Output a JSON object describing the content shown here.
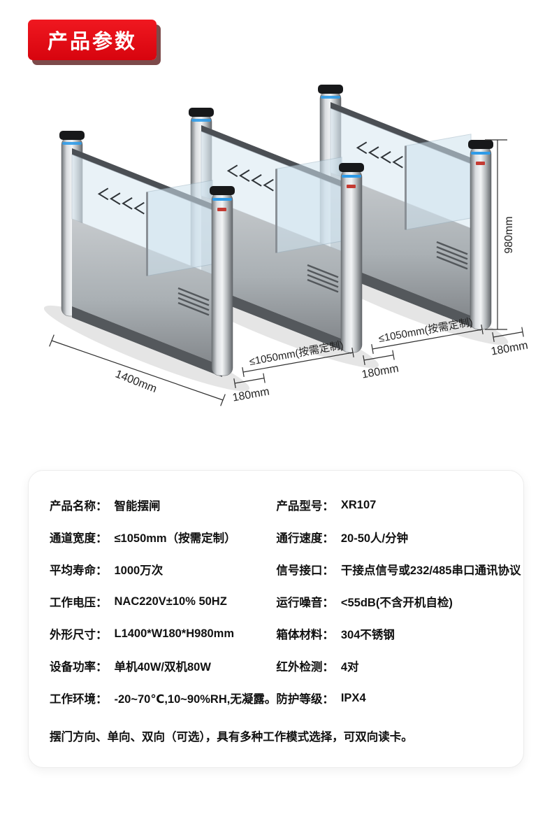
{
  "badge": {
    "label": "产品参数"
  },
  "colors": {
    "badge_red": "#e60012",
    "badge_shadow": "#7d4a4a",
    "led_blue": "#2f9be8"
  },
  "diagram": {
    "height_label": "980mm",
    "length_label": "1400mm",
    "depth_label": "180mm",
    "lane_label": "≤1050mm(按需定制)"
  },
  "specs": {
    "rows": [
      {
        "ll": "产品名称：",
        "lv": "智能摆闸",
        "rl": "产品型号：",
        "rv": "XR107"
      },
      {
        "ll": "通道宽度：",
        "lv": "≤1050mm（按需定制）",
        "rl": "通行速度：",
        "rv": "20-50人/分钟"
      },
      {
        "ll": "平均寿命：",
        "lv": "1000万次",
        "rl": "信号接口：",
        "rv": "干接点信号或232/485串口通讯协议"
      },
      {
        "ll": "工作电压：",
        "lv": "NAC220V±10% 50HZ",
        "rl": "运行噪音：",
        "rv": "<55dB(不含开机自检)"
      },
      {
        "ll": "外形尺寸：",
        "lv": "L1400*W180*H980mm",
        "rl": "箱体材料：",
        "rv": "304不锈钢"
      },
      {
        "ll": "设备功率：",
        "lv": "单机40W/双机80W",
        "rl": "红外检测：",
        "rv": "4对"
      },
      {
        "ll": "工作环境：",
        "lv": "-20~70℃,10~90%RH,无凝露。",
        "rl": "防护等级：",
        "rv": "IPX4"
      }
    ],
    "footer": "摆门方向、单向、双向（可选），具有多种工作模式选择，可双向读卡。"
  }
}
